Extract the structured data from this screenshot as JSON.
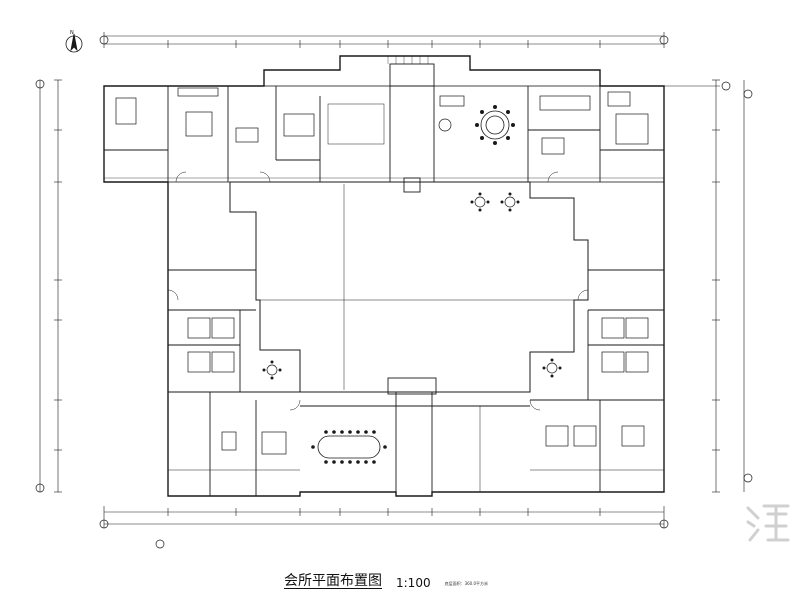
{
  "drawing": {
    "title": "会所平面布置图",
    "scale": "1:100",
    "note": "底层面积：360.0平方米",
    "north_label": "N"
  },
  "colors": {
    "line": "#1a1a1a",
    "furniture": "#333333",
    "paper": "#ffffff"
  }
}
